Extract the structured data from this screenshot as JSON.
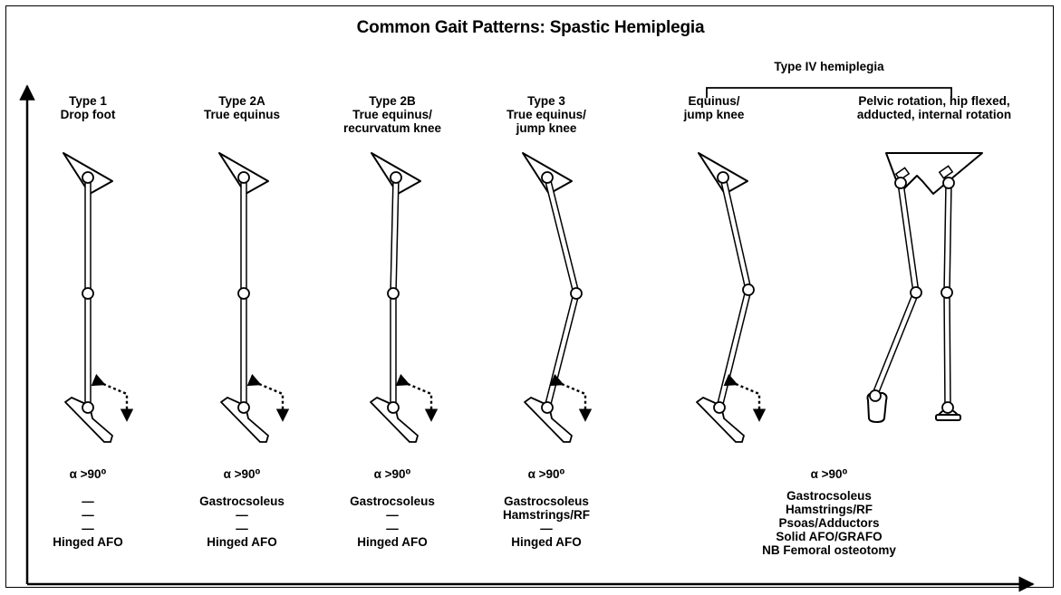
{
  "title": "Common Gait Patterns: Spastic Hemiplegia",
  "group_label": "Type IV hemiplegia",
  "alpha_text": "α >90⁰",
  "columns": [
    {
      "id": "type1",
      "header": [
        "Type 1",
        "Drop foot"
      ],
      "treatments": [
        "—",
        "—",
        "—",
        "Hinged AFO"
      ]
    },
    {
      "id": "type2a",
      "header": [
        "Type 2A",
        "True equinus"
      ],
      "treatments": [
        "Gastrocsoleus",
        "—",
        "—",
        "Hinged AFO"
      ]
    },
    {
      "id": "type2b",
      "header": [
        "Type 2B",
        "True equinus/",
        "recurvatum knee"
      ],
      "treatments": [
        "Gastrocsoleus",
        "—",
        "—",
        "Hinged AFO"
      ]
    },
    {
      "id": "type3",
      "header": [
        "Type 3",
        "True equinus/",
        "jump knee"
      ],
      "treatments": [
        "Gastrocsoleus",
        "Hamstrings/RF",
        "—",
        "Hinged AFO"
      ]
    },
    {
      "id": "type4a",
      "header": [
        "Equinus/",
        "jump knee"
      ]
    },
    {
      "id": "type4b",
      "header": [
        "Pelvic rotation, hip flexed,",
        "adducted, internal rotation"
      ]
    }
  ],
  "type4_treatments": [
    "Gastrocsoleus",
    "Hamstrings/RF",
    "Psoas/Adductors",
    "Solid AFO/GRAFO",
    "NB Femoral osteotomy"
  ]
}
